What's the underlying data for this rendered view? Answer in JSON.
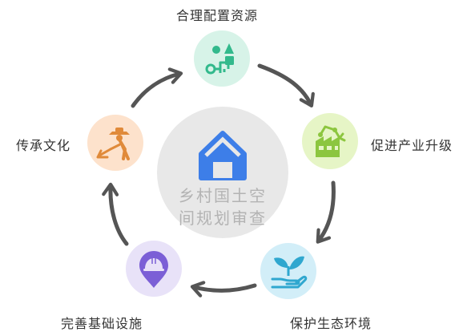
{
  "diagram": {
    "center": {
      "line1": "乡村国土空",
      "line2": "间规划审查",
      "icon": "house-icon"
    },
    "nodes": [
      {
        "label": "合理配置资源",
        "icon": "shapes-key-icon",
        "color": "#d7f3e8",
        "accent": "#32b98c"
      },
      {
        "label": "促进产业升级",
        "icon": "factory-robot-icon",
        "color": "#e6f5c6",
        "accent": "#8cc63f"
      },
      {
        "label": "保护生态环境",
        "icon": "sprout-hand-icon",
        "color": "#d2eef8",
        "accent": "#2fa7cf"
      },
      {
        "label": "完善基础设施",
        "icon": "helmet-pin-icon",
        "color": "#e8e2f8",
        "accent": "#7b5fd6"
      },
      {
        "label": "传承文化",
        "icon": "farmer-plow-icon",
        "color": "#fde2cc",
        "accent": "#e08a3a"
      }
    ],
    "arrow_color": "#555555",
    "center_color": "#e8e8e8",
    "house_color": "#3d7ee8"
  }
}
